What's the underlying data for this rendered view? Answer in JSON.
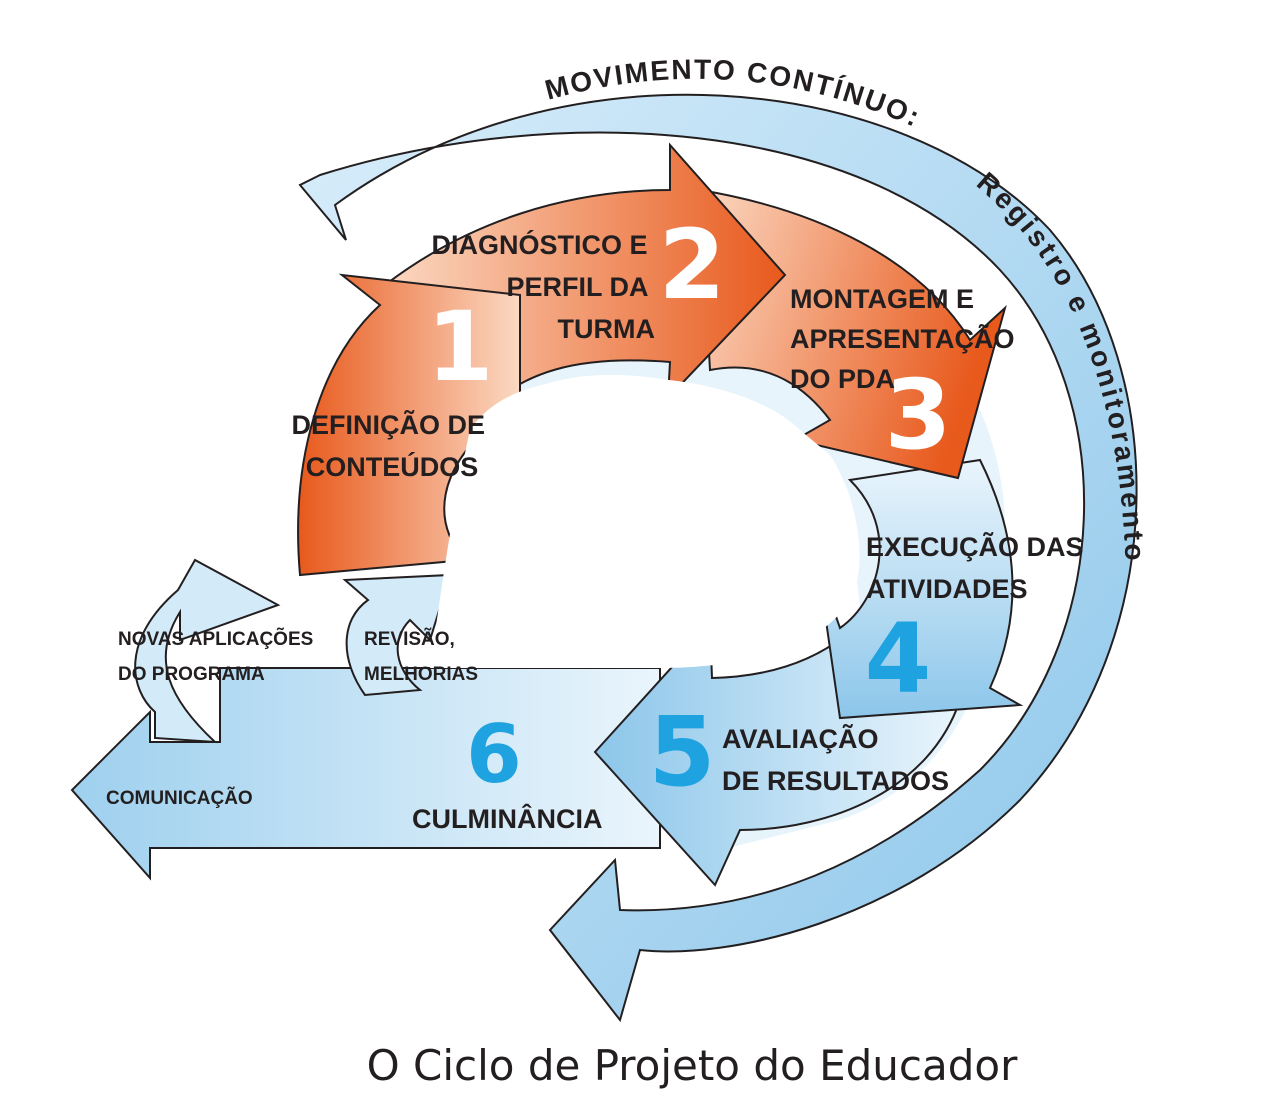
{
  "outer_arc": {
    "title": "MOVIMENTO CONTÍNUO: Registro e monitoramento",
    "title_part1": "MOVIMENTO CONTÍNUO:",
    "title_part2": "Registro e monitoramento"
  },
  "steps": [
    {
      "number": "1",
      "lines": [
        "DEFINIÇÃO DE",
        "CONTEÚDOS"
      ]
    },
    {
      "number": "2",
      "lines": [
        "DIAGNÓSTICO E",
        "PERFIL DA",
        "TURMA"
      ]
    },
    {
      "number": "3",
      "lines": [
        "MONTAGEM E",
        "APRESENTAÇÃO",
        "DO PDA"
      ]
    },
    {
      "number": "4",
      "lines": [
        "EXECUÇÃO DAS",
        "ATIVIDADES"
      ]
    },
    {
      "number": "5",
      "lines": [
        "AVALIAÇÃO",
        "DE RESULTADOS"
      ]
    },
    {
      "number": "6",
      "lines": [
        "CULMINÂNCIA"
      ]
    }
  ],
  "branches": {
    "novas_aplicacoes": [
      "NOVAS APLICAÇÕES",
      "DO PROGRAMA"
    ],
    "revisao": [
      "REVISÃO,",
      "MELHORIAS"
    ],
    "comunicacao": "COMUNICAÇÃO"
  },
  "caption": "O Ciclo de Projeto do Educador",
  "colors": {
    "orange_dark": "#e8591c",
    "orange_light": "#fbd9c3",
    "blue_dark": "#8cc6ea",
    "blue_light": "#eaf5fc",
    "blue_number": "#1fa3e0",
    "stroke": "#231f20"
  }
}
